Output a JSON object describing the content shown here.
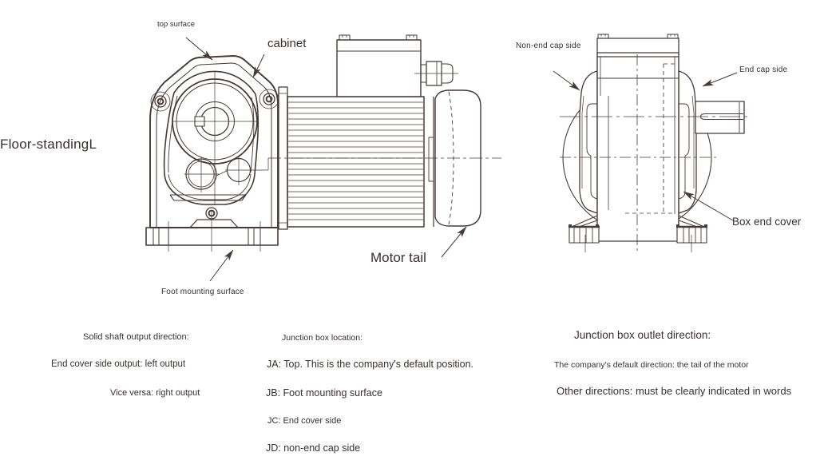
{
  "colors": {
    "line": "#463b36",
    "text": "#38302d",
    "background": "#ffffff"
  },
  "title": "Floor-standingL",
  "callouts": {
    "top_surface": "top surface",
    "cabinet": "cabinet",
    "motor_tail": "Motor tail",
    "foot_mounting_surface": "Foot mounting surface",
    "non_end_cap_side": "Non-end cap side",
    "end_cap_side": "End cap side",
    "box_end_cover": "Box end cover"
  },
  "notes": {
    "solid_shaft": {
      "heading": "Solid shaft output direction:",
      "line1": "End cover side output: left output",
      "line2": "Vice versa: right output"
    },
    "junction_box_location": {
      "heading": "Junction box location:",
      "items": [
        "JA: Top. This is the company's default position.",
        "JB: Foot mounting surface",
        "JC: End cover side",
        "JD: non-end cap side"
      ]
    },
    "junction_box_outlet": {
      "heading": "Junction box outlet direction:",
      "line1": "The company's default direction: the tail of the motor",
      "line2": "Other directions: must be clearly indicated in words"
    }
  }
}
